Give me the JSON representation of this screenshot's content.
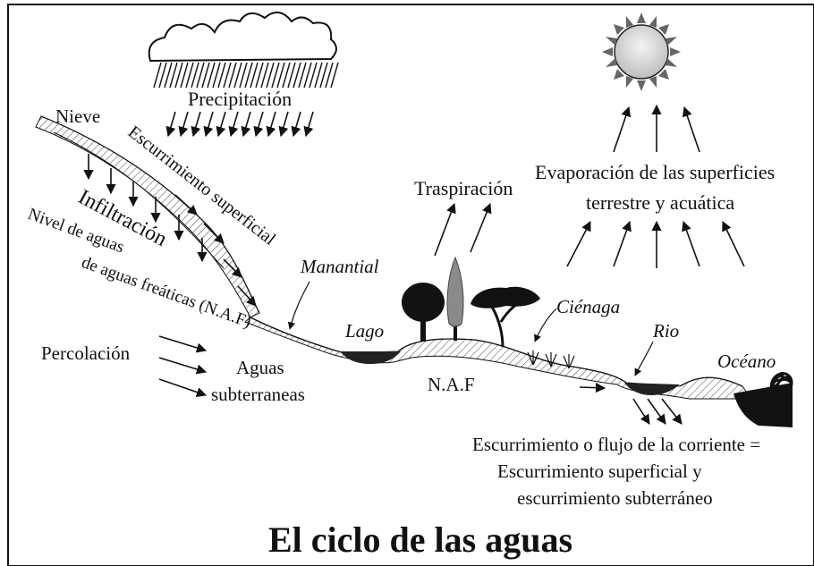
{
  "title": "El ciclo de las aguas",
  "labels": {
    "precipitacion": "Precipitación",
    "nieve": "Nieve",
    "escurrimiento_superficial": "Escurrimiento superficial",
    "infiltracion": "Infiltración",
    "naf_line1": "Nivel de aguas",
    "naf_line2": "de aguas freáticas (N.A.F)",
    "percolacion": "Percolación",
    "aguas_line1": "Aguas",
    "aguas_line2": "subterraneas",
    "manantial": "Manantial",
    "lago": "Lago",
    "naf": "N.A.F",
    "traspiracion": "Traspiración",
    "evaporacion_line1": "Evaporación de las superficies",
    "evaporacion_line2": "terrestre y acuática",
    "cienaga": "Ciénaga",
    "rio": "Rio",
    "oceano": "Océano",
    "escurrimiento_line1": "Escurrimiento o flujo de la corriente =",
    "escurrimiento_line2": "Escurrimiento superficial y",
    "escurrimiento_line3": "escurrimiento subterráneo"
  },
  "icons": [
    "cloud-icon",
    "sun-icon",
    "tree-icon",
    "wave-icon"
  ]
}
